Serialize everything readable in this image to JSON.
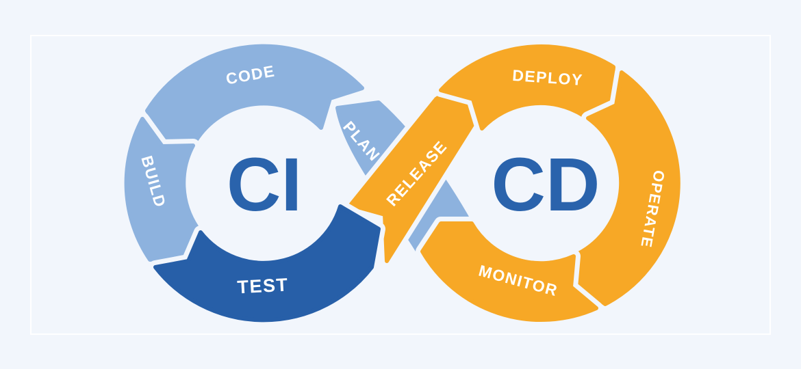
{
  "diagram": {
    "left_loop_title": "CI",
    "right_loop_title": "CD",
    "stages": [
      {
        "id": "plan",
        "label": "PLAN"
      },
      {
        "id": "code",
        "label": "CODE"
      },
      {
        "id": "build",
        "label": "BUILD"
      },
      {
        "id": "test",
        "label": "TEST"
      },
      {
        "id": "release",
        "label": "RELEASE"
      },
      {
        "id": "deploy",
        "label": "DEPLOY"
      },
      {
        "id": "operate",
        "label": "OPERATE"
      },
      {
        "id": "monitor",
        "label": "MONITOR"
      }
    ],
    "colors": {
      "light_blue": "#8DB2DE",
      "dark_blue": "#275FA8",
      "orange": "#F7A826",
      "background": "#F2F6FC",
      "letters": "#2A63AC",
      "label_text": "#FFFFFF"
    }
  }
}
